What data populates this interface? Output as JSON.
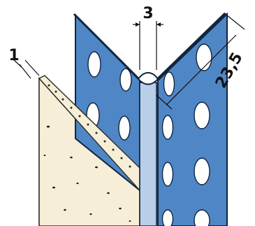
{
  "diagram": {
    "dimension_labels": {
      "flange_depth": "1",
      "nose_gap": "3",
      "wing_width": "23,5"
    },
    "colors": {
      "profile_blue": "#4f86c6",
      "profile_edge": "#10253f",
      "plaster": "#f6eed6",
      "plaster_edge": "#2a2a2a",
      "plaster_dots": "#1a1a1a",
      "hole": "#ffffff",
      "center_strip": "#b9cfe9",
      "dimension_line": "#111111"
    }
  }
}
